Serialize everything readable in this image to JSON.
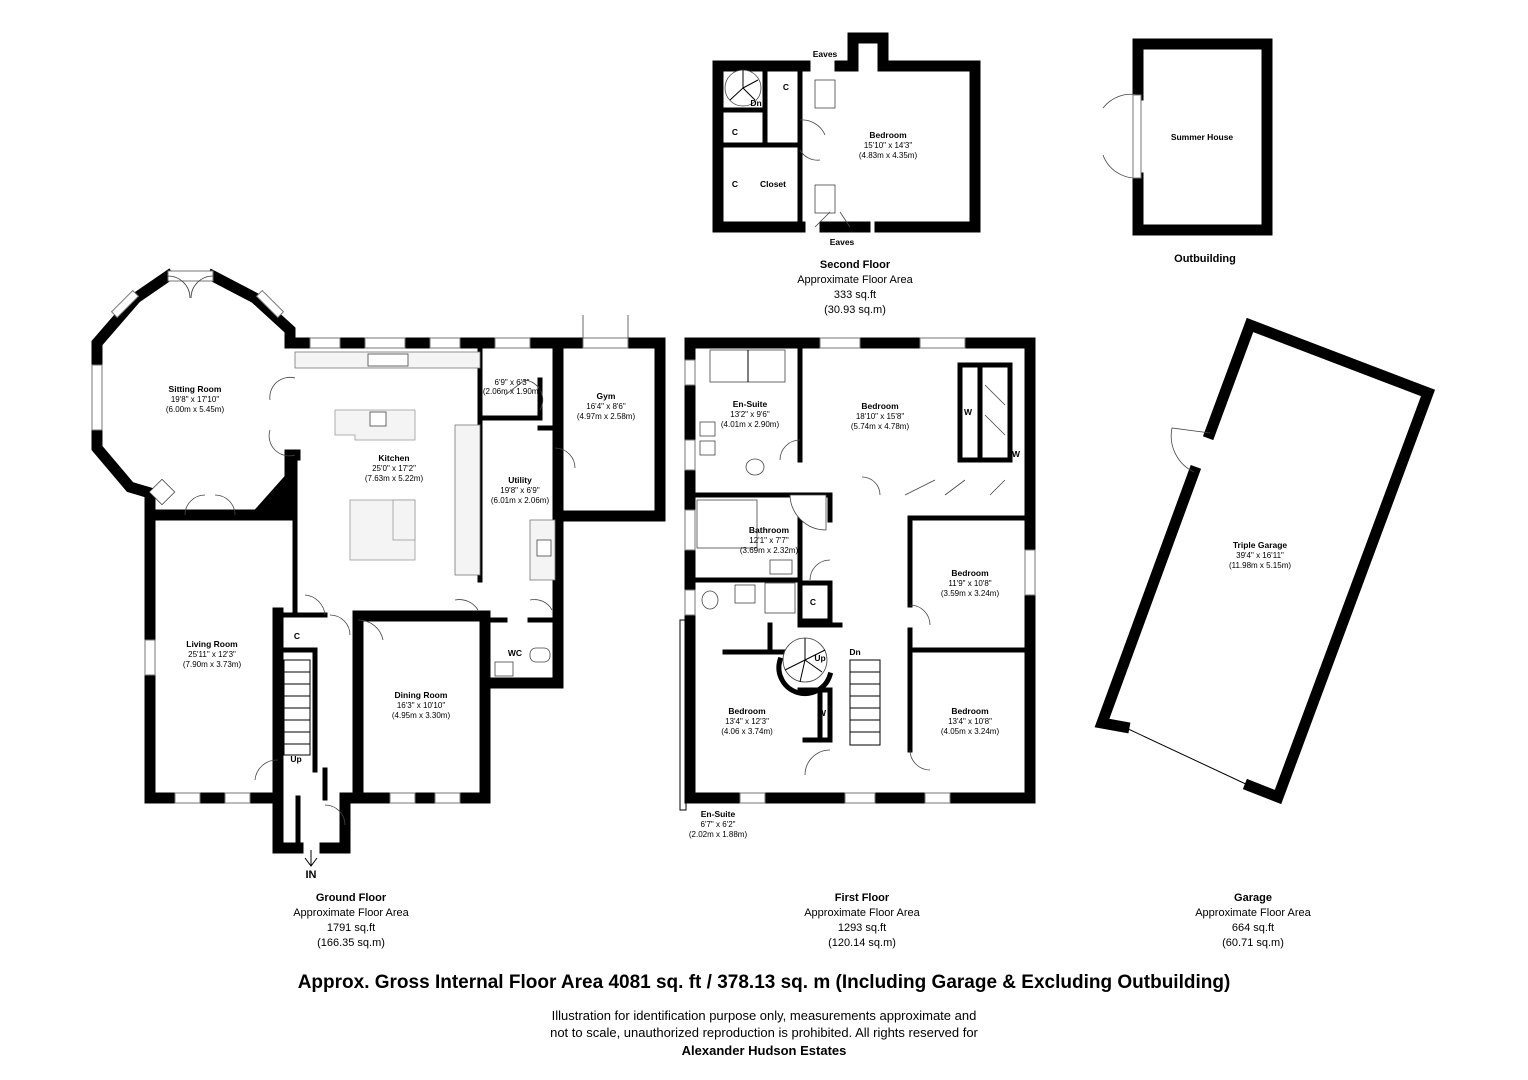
{
  "rooms": {
    "sitting_room": {
      "name": "Sitting Room",
      "imperial": "19'8\" x 17'10\"",
      "metric": "(6.00m x 5.45m)"
    },
    "kitchen": {
      "name": "Kitchen",
      "imperial": "25'0\" x 17'2\"",
      "metric": "(7.63m x 5.22m)"
    },
    "store": {
      "imperial": "6'9\" x 6'3\"",
      "metric": "(2.06m x 1.90m)"
    },
    "gym": {
      "name": "Gym",
      "imperial": "16'4\" x 8'6\"",
      "metric": "(4.97m x 2.58m)"
    },
    "utility": {
      "name": "Utility",
      "imperial": "19'8\" x 6'9\"",
      "metric": "(6.01m x 2.06m)"
    },
    "living_room": {
      "name": "Living Room",
      "imperial": "25'11\" x 12'3\"",
      "metric": "(7.90m x 3.73m)"
    },
    "dining_room": {
      "name": "Dining Room",
      "imperial": "16'3\" x 10'10\"",
      "metric": "(4.95m x 3.30m)"
    },
    "ensuite_1": {
      "name": "En-Suite",
      "imperial": "13'2\" x 9'6\"",
      "metric": "(4.01m x 2.90m)"
    },
    "bedroom_main": {
      "name": "Bedroom",
      "imperial": "18'10\" x 15'8\"",
      "metric": "(5.74m x 4.78m)"
    },
    "bathroom": {
      "name": "Bathroom",
      "imperial": "12'1\" x 7'7\"",
      "metric": "(3.69m x 2.32m)"
    },
    "bedroom_2": {
      "name": "Bedroom",
      "imperial": "11'9\" x 10'8\"",
      "metric": "(3.59m x 3.24m)"
    },
    "bedroom_3": {
      "name": "Bedroom",
      "imperial": "13'4\" x 12'3\"",
      "metric": "(4.06 x 3.74m)"
    },
    "bedroom_4": {
      "name": "Bedroom",
      "imperial": "13'4\" x 10'8\"",
      "metric": "(4.05m x 3.24m)"
    },
    "ensuite_2": {
      "name": "En-Suite",
      "imperial": "6'7\" x 6'2\"",
      "metric": "(2.02m x 1.88m)"
    },
    "bedroom_top": {
      "name": "Bedroom",
      "imperial": "15'10\" x 14'3\"",
      "metric": "(4.83m x 4.35m)"
    },
    "summer_house": {
      "name": "Summer House"
    },
    "triple_garage": {
      "name": "Triple Garage",
      "imperial": "39'4\" x 16'11\"",
      "metric": "(11.98m x 5.15m)"
    }
  },
  "labels": {
    "cupboard": "C",
    "wardrobe": "W",
    "wc": "WC",
    "up": "Up",
    "down": "Dn",
    "closet": "Closet",
    "eaves": "Eaves",
    "entrance": "IN"
  },
  "floors": {
    "ground": {
      "title": "Ground Floor",
      "subtitle": "Approximate Floor Area",
      "area_sqft": "1791 sq.ft",
      "area_sqm": "(166.35 sq.m)"
    },
    "first": {
      "title": "First Floor",
      "subtitle": "Approximate Floor Area",
      "area_sqft": "1293 sq.ft",
      "area_sqm": "(120.14 sq.m)"
    },
    "second": {
      "title": "Second Floor",
      "subtitle": "Approximate Floor Area",
      "area_sqft": "333 sq.ft",
      "area_sqm": "(30.93 sq.m)"
    },
    "garage": {
      "title": "Garage",
      "subtitle": "Approximate Floor Area",
      "area_sqft": "664 sq.ft",
      "area_sqm": "(60.71 sq.m)"
    },
    "outbuilding": {
      "title": "Outbuilding"
    }
  },
  "footer": {
    "gross_area": "Approx. Gross Internal Floor Area 4081 sq. ft / 378.13 sq. m (Including Garage & Excluding Outbuilding)",
    "disclaimer_line1": "Illustration for identification purpose only, measurements approximate and",
    "disclaimer_line2": "not to scale, unauthorized reproduction is prohibited. All rights reserved for",
    "agent": "Alexander Hudson Estates"
  }
}
